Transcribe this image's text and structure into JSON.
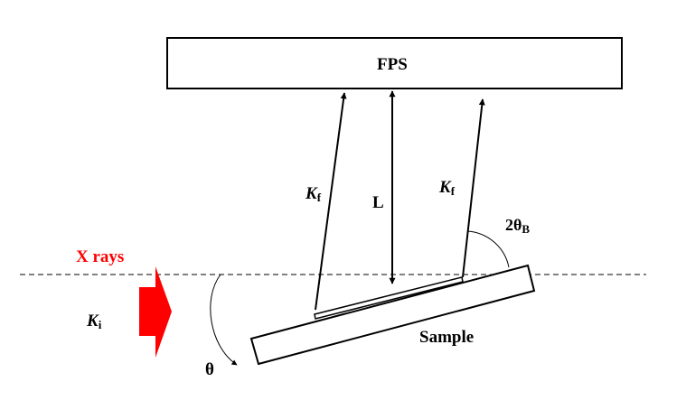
{
  "detector": {
    "label": "FPS"
  },
  "beam": {
    "label": "X rays",
    "color": "#ff0000",
    "wavevector": "K",
    "wavevector_sub": "i"
  },
  "scattered": {
    "symbol": "K",
    "sub": "f"
  },
  "distance": {
    "label": "L"
  },
  "bragg": {
    "prefix": "2θ",
    "sub": "B"
  },
  "incidence": {
    "label": "θ"
  },
  "sample": {
    "label": "Sample"
  }
}
